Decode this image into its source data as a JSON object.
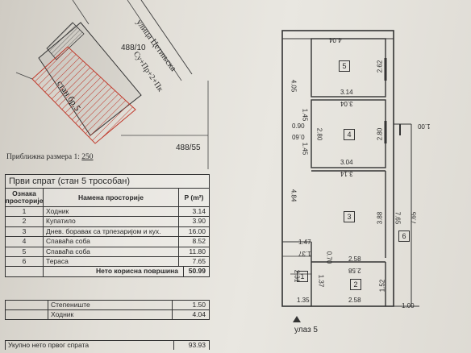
{
  "site": {
    "street": "улица Цетињска",
    "parcel_a": "488/10",
    "parcel_b": "488/55",
    "floors": "Су+Пр+2+Пк",
    "unit_label": "стан бр.5",
    "scale_label": "Приближна размера 1:",
    "scale_value": "250"
  },
  "table": {
    "title": "Први спрат (стан 5 трособан)",
    "headers": {
      "code": "Ознака просторије",
      "name": "Намена просторије",
      "area": "P (m²)"
    },
    "rows": [
      {
        "code": "1",
        "name": "Ходник",
        "area": "3.14"
      },
      {
        "code": "2",
        "name": "Купатило",
        "area": "3.90"
      },
      {
        "code": "3",
        "name": "Днев. боравак са трпезаријом и кух.",
        "area": "16.00"
      },
      {
        "code": "4",
        "name": "Спаваћа соба",
        "area": "8.52"
      },
      {
        "code": "5",
        "name": "Спаваћа соба",
        "area": "11.80"
      },
      {
        "code": "6",
        "name": "Тераса",
        "area": "7.65"
      }
    ],
    "net_label": "Нето корисна површина",
    "net_value": "50.99"
  },
  "common": [
    {
      "name": "Степениште",
      "area": "1.50"
    },
    {
      "name": "Ходник",
      "area": "4.04"
    }
  ],
  "total": {
    "label": "Укупно нето првог спрата",
    "value": "93.93"
  },
  "plan": {
    "entrance": "улаз 5",
    "rooms": [
      "5",
      "4",
      "3",
      "1",
      "2",
      "6"
    ],
    "dims": {
      "top": "4.04",
      "left_top": "4.05",
      "r5_right": "2.62",
      "w_314": "3.14",
      "w_304a": "3.04",
      "h_145a": "1.45",
      "w_090": "0.90",
      "w_060": "0.60",
      "h_280a": "2.80",
      "h_280b": "2.80",
      "w_100a": "1.00",
      "h_145b": "1.45",
      "w_304b": "3.04",
      "w_314b": "3.14",
      "left_mid": "4.84",
      "h_388": "3.88",
      "h_765a": "7.65",
      "h_765b": "7.65",
      "w_147": "1.47",
      "w_137": "1.37",
      "h_070": "0.70",
      "w_258a": "2.58",
      "w_258b": "2.58",
      "h_231": "2.31",
      "h_137": "1.37",
      "h_152": "1.52",
      "w_135": "1.35",
      "w_258c": "2.58",
      "w_100b": "1.00"
    }
  }
}
